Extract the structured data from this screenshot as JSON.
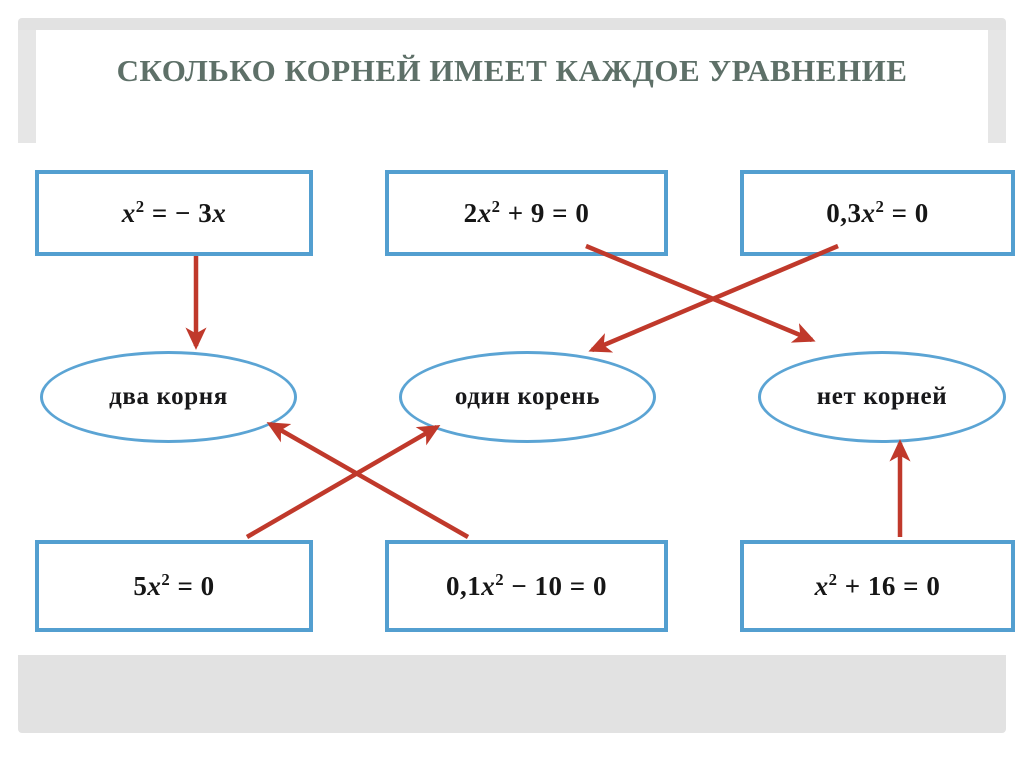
{
  "slide": {
    "title": "СКОЛЬКО КОРНЕЙ ИМЕЕТ КАЖДОЕ УРАВНЕНИЕ",
    "title_color": "#5e7068",
    "box_border_color": "#539fd0",
    "ellipse_border_color": "#5ba4d4",
    "arrow_color": "#c0392b",
    "background": "#ffffff"
  },
  "top_equations": [
    {
      "id": "eq-top-1",
      "text": "x² = − 3x",
      "base": "x",
      "exp": "2",
      "rest": " = − 3x"
    },
    {
      "id": "eq-top-2",
      "text": "2x² + 9 = 0",
      "base": "2x",
      "exp": "2",
      "rest": " + 9 = 0"
    },
    {
      "id": "eq-top-3",
      "text": "0,3x² = 0",
      "base": "0,3x",
      "exp": "2",
      "rest": " = 0"
    }
  ],
  "answers": [
    {
      "id": "answer-two-roots",
      "label": "два корня"
    },
    {
      "id": "answer-one-root",
      "label": "один корень"
    },
    {
      "id": "answer-no-roots",
      "label": "нет корней"
    }
  ],
  "bottom_equations": [
    {
      "id": "eq-bottom-1",
      "text": "5x² = 0",
      "base": "5x",
      "exp": "2",
      "rest": " = 0"
    },
    {
      "id": "eq-bottom-2",
      "text": "0,1x² − 10 = 0",
      "base": "0,1x",
      "exp": "2",
      "rest": " − 10 = 0"
    },
    {
      "id": "eq-bottom-3",
      "text": "x² + 16 = 0",
      "base": "x",
      "exp": "2",
      "rest": " + 16 = 0"
    }
  ],
  "connections": [
    {
      "id": "arrow-eq-top-1-to-two-roots",
      "from": "x² = − 3x",
      "to": "два корня",
      "kind": "vertical-down"
    },
    {
      "id": "arrow-eq-top-2-to-no-roots",
      "from": "2x² + 9 = 0",
      "to": "нет корней",
      "kind": "diagonal-down-right"
    },
    {
      "id": "arrow-eq-top-3-to-one-root",
      "from": "0,3x² = 0",
      "to": "один корень",
      "kind": "diagonal-down-left"
    },
    {
      "id": "arrow-eq-bottom-1-to-one-root",
      "from": "5x² = 0",
      "to": "один корень",
      "kind": "diagonal-up-right"
    },
    {
      "id": "arrow-eq-bottom-2-to-two-roots",
      "from": "0,1x² − 10 = 0",
      "to": "два корня",
      "kind": "diagonal-up-left"
    },
    {
      "id": "arrow-eq-bottom-3-to-no-roots",
      "from": "x² + 16 = 0",
      "to": "нет корней",
      "kind": "vertical-up"
    }
  ]
}
